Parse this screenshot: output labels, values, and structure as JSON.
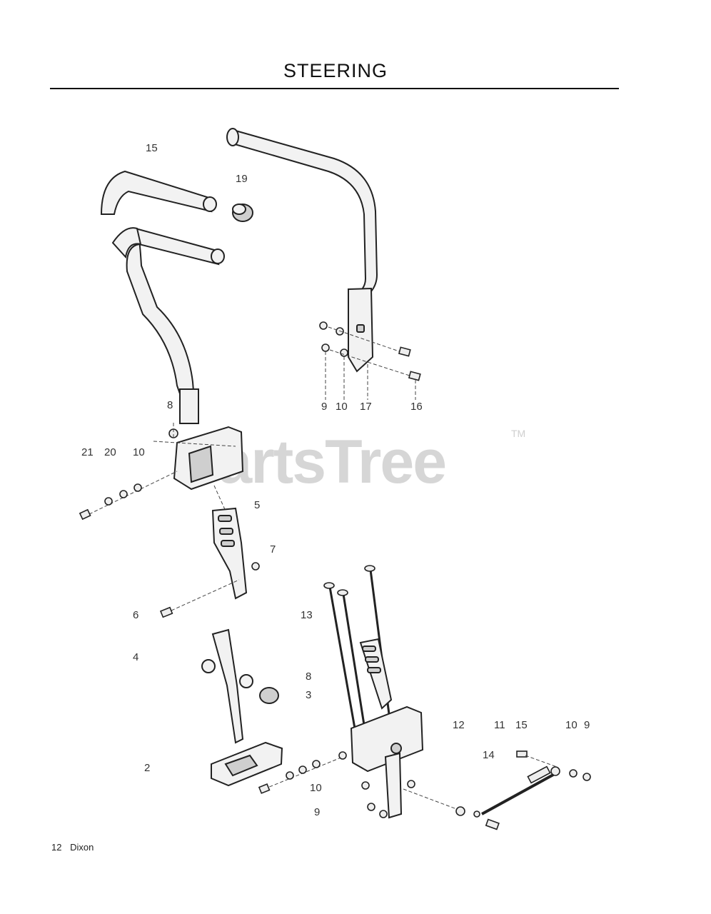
{
  "page": {
    "title": "STEERING",
    "watermark": "PartsTree",
    "watermark_tm": "TM",
    "footer_page": "12",
    "footer_brand": "Dixon"
  },
  "callouts": {
    "c15_top": "15",
    "c19": "19",
    "c9_upper": "9",
    "c10_upper": "10",
    "c17": "17",
    "c16": "16",
    "c8_upper": "8",
    "c21": "21",
    "c20": "20",
    "c10_mid": "10",
    "c5": "5",
    "c7": "7",
    "c6": "6",
    "c13": "13",
    "c4": "4",
    "c8_lower": "8",
    "c3": "3",
    "c12": "12",
    "c11": "11",
    "c15_right": "15",
    "c10_right": "10",
    "c9_right": "9",
    "c14": "14",
    "c2": "2",
    "c10_lower": "10",
    "c9_lower": "9"
  }
}
